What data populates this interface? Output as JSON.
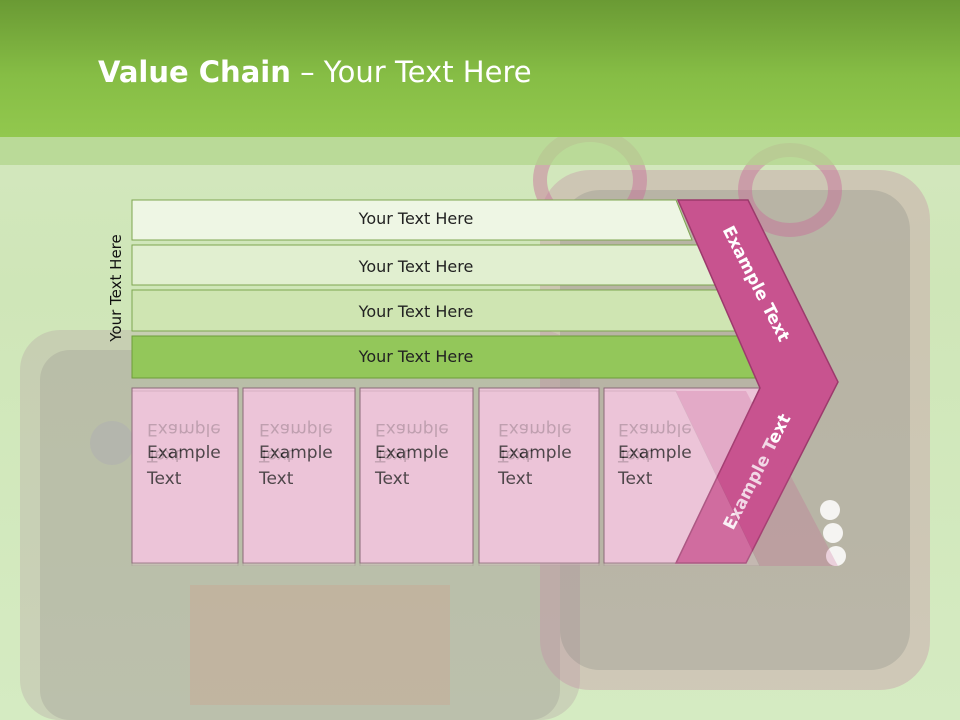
{
  "title": {
    "bold": "Value Chain",
    "rest": " – Your Text Here"
  },
  "side_label": "Your Text Here",
  "rows": [
    {
      "label": "Your Text Here",
      "color": "#eef6e4"
    },
    {
      "label": "Your Text Here",
      "color": "#e1efd0"
    },
    {
      "label": "Your Text Here",
      "color": "#cfe5b2"
    },
    {
      "label": "Your Text Here",
      "color": "#93c75a"
    }
  ],
  "cells": [
    {
      "line1": "Example",
      "line2": "Text"
    },
    {
      "line1": "Example",
      "line2": "Text"
    },
    {
      "line1": "Example",
      "line2": "Text"
    },
    {
      "line1": "Example",
      "line2": "Text"
    },
    {
      "line1": "Example",
      "line2": "Text"
    }
  ],
  "chevron": {
    "top_label": "Example Text",
    "bottom_label": "Example Text"
  },
  "colors": {
    "header": "#86bd45",
    "cell_fill": "#ecc4d8",
    "chevron": "#c8538f",
    "chevron_text": "#ffffff"
  }
}
